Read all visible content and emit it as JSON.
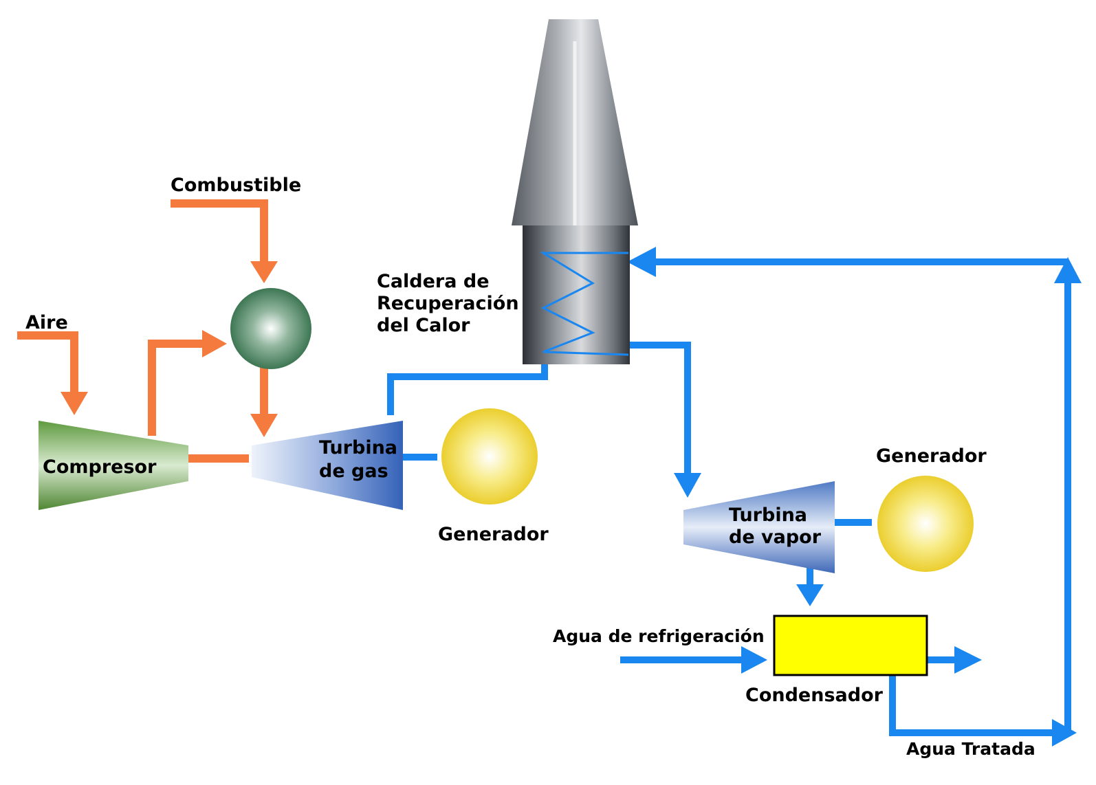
{
  "labels": {
    "combustible": "Combustible",
    "aire": "Aire",
    "compresor": "Compresor",
    "turbina_gas_line1": "Turbina",
    "turbina_gas_line2": "de gas",
    "generador_gas": "Generador",
    "caldera_line1": "Caldera de",
    "caldera_line2": "Recuperación",
    "caldera_line3": "del Calor",
    "turbina_vapor_line1": "Turbina",
    "turbina_vapor_line2": "de vapor",
    "generador_vapor": "Generador",
    "agua_refrigeracion": "Agua de refrigeración",
    "condensador": "Condensador",
    "agua_tratada": "Agua Tratada"
  },
  "colors": {
    "gas_flow": "#f47a3e",
    "water_steam_flow": "#1a87f0",
    "condenser": "#ffff00",
    "generator": "#f2d63a",
    "combustion_chamber": "#3f7a55",
    "compressor": "#7ea95a",
    "turbine": "#4f79c4",
    "boiler": "#7a7f86"
  }
}
